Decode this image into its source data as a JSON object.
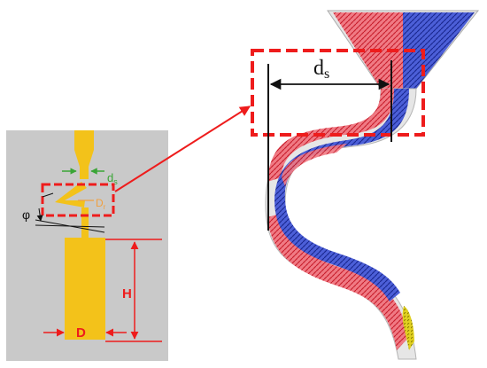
{
  "left_panel": {
    "labels": {
      "ds": "d",
      "ds_sub": "s",
      "dr": "D",
      "dr_sub": "r",
      "phi": "φ",
      "H": "H",
      "D": "D"
    }
  },
  "right_panel": {
    "labels": {
      "ds": "d",
      "ds_sub": "s"
    }
  },
  "colors": {
    "panel_bg": "#c9c9c9",
    "nozzle": "#f3c21a",
    "annotation_red": "#ee1c1c",
    "arrow_green": "#3aa536",
    "label_orange": "#f0a040",
    "flow_red": "#e8505a",
    "flow_blue": "#2c3fc4",
    "particle_yellow": "#d8c80a"
  }
}
